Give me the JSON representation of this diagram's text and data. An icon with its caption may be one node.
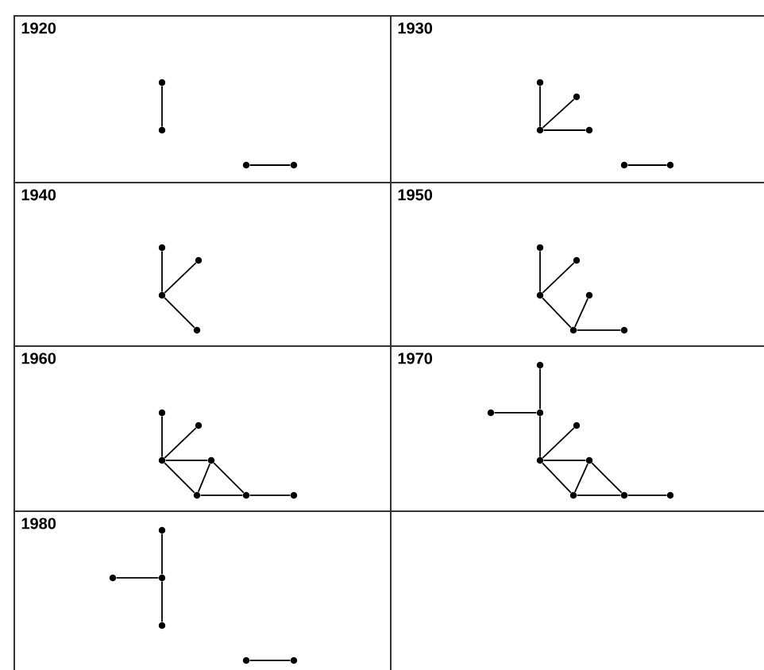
{
  "diagram": {
    "nodes": [
      {
        "text": [
          "1920"
        ]
      },
      {
        "text": [],
        "shape": "circle",
        "in": 0
      },
      {
        "text": [],
        "shape": "circle",
        "in": 0
      },
      {
        "text": [],
        "shape": "circle",
        "in": 0
      },
      {
        "text": [],
        "shape": "circle",
        "in": 0
      },
      {
        "text": [
          "1930"
        ]
      },
      {
        "text": [],
        "shape": "circle",
        "in": 5
      },
      {
        "text": [],
        "shape": "circle",
        "in": 5
      },
      {
        "text": [],
        "shape": "circle",
        "in": 5
      },
      {
        "text": [],
        "shape": "circle",
        "in": 5
      },
      {
        "text": [],
        "shape": "circle",
        "in": 5
      },
      {
        "text": [],
        "shape": "circle",
        "in": 5
      },
      {
        "text": [
          "1940"
        ]
      },
      {
        "text": [],
        "shape": "circle",
        "in": 12
      },
      {
        "text": [],
        "shape": "circle",
        "in": 12
      },
      {
        "text": [],
        "shape": "circle",
        "in": 12
      },
      {
        "text": [],
        "shape": "circle",
        "in": 12
      },
      {
        "text": [
          "1950"
        ]
      },
      {
        "text": [],
        "shape": "circle",
        "in": 17
      },
      {
        "text": [],
        "shape": "circle",
        "in": 17
      },
      {
        "text": [],
        "shape": "circle",
        "in": 17
      },
      {
        "text": [],
        "shape": "circle",
        "in": 17
      },
      {
        "text": [],
        "shape": "circle",
        "in": 17
      },
      {
        "text": [],
        "shape": "circle",
        "in": 17
      },
      {
        "text": [
          "1960"
        ]
      },
      {
        "text": [],
        "shape": "circle",
        "in": 24
      },
      {
        "text": [],
        "shape": "circle",
        "in": 24
      },
      {
        "text": [],
        "shape": "circle",
        "in": 24
      },
      {
        "text": [],
        "shape": "circle",
        "in": 24
      },
      {
        "text": [],
        "shape": "circle",
        "in": 24
      },
      {
        "text": [],
        "shape": "circle",
        "in": 24
      },
      {
        "text": [],
        "shape": "circle",
        "in": 24
      },
      {
        "text": [
          "1970"
        ]
      },
      {
        "text": [],
        "shape": "circle",
        "in": 32
      },
      {
        "text": [],
        "shape": "circle",
        "in": 32
      },
      {
        "text": [],
        "shape": "circle",
        "in": 32
      },
      {
        "text": [],
        "shape": "circle",
        "in": 32
      },
      {
        "text": [],
        "shape": "circle",
        "in": 32
      },
      {
        "text": [],
        "shape": "circle",
        "in": 32
      },
      {
        "text": [],
        "shape": "circle",
        "in": 32
      },
      {
        "text": [],
        "shape": "circle",
        "in": 32
      },
      {
        "text": [],
        "shape": "circle",
        "in": 32
      },
      {
        "text": [
          "1980"
        ]
      },
      {
        "text": [],
        "shape": "circle",
        "in": 42
      },
      {
        "text": [],
        "shape": "circle",
        "in": 42
      },
      {
        "text": [],
        "shape": "circle",
        "in": 42
      },
      {
        "text": [],
        "shape": "circle",
        "in": 42
      },
      {
        "text": [],
        "shape": "circle",
        "in": 42
      },
      {
        "text": [],
        "shape": "circle",
        "in": 42
      }
    ],
    "edges": [
      {
        "from": 1,
        "to": 2,
        "arrow": "none"
      },
      {
        "from": 3,
        "to": 4,
        "arrow": "none"
      },
      {
        "from": 6,
        "to": 8,
        "arrow": "none"
      },
      {
        "from": 8,
        "to": 7,
        "arrow": "none"
      },
      {
        "from": 8,
        "to": 9,
        "arrow": "none"
      },
      {
        "from": 10,
        "to": 11,
        "arrow": "none"
      },
      {
        "from": 13,
        "to": 15,
        "arrow": "none"
      },
      {
        "from": 15,
        "to": 14,
        "arrow": "none"
      },
      {
        "from": 15,
        "to": 16,
        "arrow": "none"
      },
      {
        "from": 18,
        "to": 20,
        "arrow": "none"
      },
      {
        "from": 20,
        "to": 19,
        "arrow": "none"
      },
      {
        "from": 20,
        "to": 22,
        "arrow": "none"
      },
      {
        "from": 22,
        "to": 21,
        "arrow": "none"
      },
      {
        "from": 22,
        "to": 23,
        "arrow": "none"
      },
      {
        "from": 25,
        "to": 27,
        "arrow": "none"
      },
      {
        "from": 27,
        "to": 26,
        "arrow": "none"
      },
      {
        "from": 27,
        "to": 28,
        "arrow": "none"
      },
      {
        "from": 27,
        "to": 29,
        "arrow": "none"
      },
      {
        "from": 29,
        "to": 28,
        "arrow": "none"
      },
      {
        "from": 28,
        "to": 30,
        "arrow": "none"
      },
      {
        "from": 29,
        "to": 30,
        "arrow": "none"
      },
      {
        "from": 30,
        "to": 31,
        "arrow": "none"
      },
      {
        "from": 33,
        "to": 35,
        "arrow": "none"
      },
      {
        "from": 34,
        "to": 35,
        "arrow": "none"
      },
      {
        "from": 35,
        "to": 37,
        "arrow": "none"
      },
      {
        "from": 37,
        "to": 36,
        "arrow": "none"
      },
      {
        "from": 37,
        "to": 38,
        "arrow": "none"
      },
      {
        "from": 37,
        "to": 39,
        "arrow": "none"
      },
      {
        "from": 39,
        "to": 38,
        "arrow": "none"
      },
      {
        "from": 38,
        "to": 40,
        "arrow": "none"
      },
      {
        "from": 39,
        "to": 40,
        "arrow": "none"
      },
      {
        "from": 40,
        "to": 41,
        "arrow": "none"
      },
      {
        "from": 43,
        "to": 45,
        "arrow": "none"
      },
      {
        "from": 44,
        "to": 45,
        "arrow": "none"
      },
      {
        "from": 45,
        "to": 46,
        "arrow": "none"
      },
      {
        "from": 47,
        "to": 48,
        "arrow": "none"
      }
    ]
  }
}
